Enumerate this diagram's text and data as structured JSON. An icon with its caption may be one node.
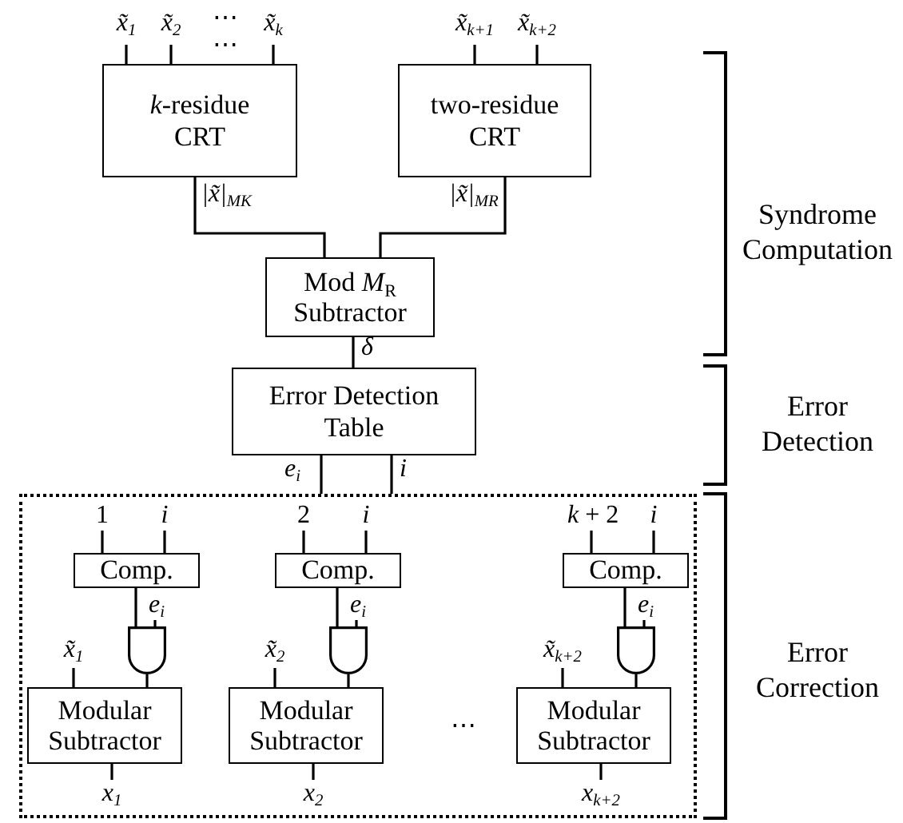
{
  "diagram": {
    "nodes": [
      {
        "text": [
          "x̃$_{1}$"
        ]
      },
      {
        "text": [
          "x̃$_{2}$"
        ]
      },
      {
        "text": [
          "x̃$_{k}$"
        ]
      },
      {
        "text": [
          "x̃$_{k+1}$"
        ]
      },
      {
        "text": [
          "x̃$_{k+2}$"
        ]
      },
      {
        "text": [
          "*k*-residue CRT"
        ]
      },
      {
        "text": [
          "two-residue CRT"
        ]
      },
      {
        "text": [
          "Mod *M*$_{R}$ Subtractor"
        ]
      },
      {
        "text": [
          "Error Detection Table"
        ]
      },
      {
        "text": [],
        "shape": "box"
      },
      {
        "text": [
          "1"
        ],
        "in": 9
      },
      {
        "text": [
          "i"
        ],
        "in": 9
      },
      {
        "text": [
          "Comp."
        ],
        "in": 9
      },
      {
        "text": [
          "e$_{i}$"
        ],
        "in": 9
      },
      {
        "text": [],
        "shape": "gate",
        "in": 9
      },
      {
        "text": [
          "x̃$_{1}$"
        ],
        "in": 9
      },
      {
        "text": [
          "Modular Subtractor"
        ],
        "in": 9
      },
      {
        "text": [
          "x$_{1}$"
        ],
        "in": 9
      },
      {
        "text": [
          "2"
        ],
        "in": 9
      },
      {
        "text": [
          "i"
        ],
        "in": 9
      },
      {
        "text": [
          "Comp."
        ],
        "in": 9
      },
      {
        "text": [
          "e$_{i}$"
        ],
        "in": 9
      },
      {
        "text": [],
        "shape": "gate",
        "in": 9
      },
      {
        "text": [
          "x̃$_{2}$"
        ],
        "in": 9
      },
      {
        "text": [
          "Modular Subtractor"
        ],
        "in": 9
      },
      {
        "text": [
          "x$_{2}$"
        ],
        "in": 9
      },
      {
        "text": [
          "*k* + 2"
        ],
        "in": 9
      },
      {
        "text": [
          "i"
        ],
        "in": 9
      },
      {
        "text": [
          "Comp."
        ],
        "in": 9
      },
      {
        "text": [
          "e$_{i}$"
        ],
        "in": 9
      },
      {
        "text": [],
        "shape": "gate",
        "in": 9
      },
      {
        "text": [
          "x̃$_{k+2}$"
        ],
        "in": 9
      },
      {
        "text": [
          "Modular Subtractor"
        ],
        "in": 9
      },
      {
        "text": [
          "x$_{k+2}$"
        ],
        "in": 9
      }
    ],
    "edges": [
      {
        "from": 0,
        "to": 5,
        "arrow": "none"
      },
      {
        "from": 1,
        "to": 5,
        "arrow": "none"
      },
      {
        "from": 2,
        "to": 5,
        "arrow": "none"
      },
      {
        "from": 3,
        "to": 6,
        "arrow": "none"
      },
      {
        "from": 4,
        "to": 6,
        "arrow": "none"
      },
      {
        "from": 5,
        "to": 7,
        "arrow": "none",
        "label": "|x̃|$_{MK}$"
      },
      {
        "from": 6,
        "to": 7,
        "arrow": "none",
        "label": "|x̃|$_{MR}$"
      },
      {
        "from": 7,
        "to": 8,
        "arrow": "none",
        "label": "δ"
      },
      {
        "from": 8,
        "to": 9,
        "arrow": "none",
        "label": "e$_{i}$"
      },
      {
        "from": 8,
        "to": 9,
        "arrow": "none",
        "label": "i"
      },
      {
        "from": 10,
        "to": 12,
        "arrow": "none"
      },
      {
        "from": 11,
        "to": 12,
        "arrow": "none"
      },
      {
        "from": 12,
        "to": 14,
        "arrow": "none"
      },
      {
        "from": 13,
        "to": 14,
        "arrow": "none"
      },
      {
        "from": 15,
        "to": 16,
        "arrow": "none"
      },
      {
        "from": 14,
        "to": 16,
        "arrow": "none"
      },
      {
        "from": 16,
        "to": 17,
        "arrow": "none"
      },
      {
        "from": 18,
        "to": 20,
        "arrow": "none"
      },
      {
        "from": 19,
        "to": 20,
        "arrow": "none"
      },
      {
        "from": 20,
        "to": 22,
        "arrow": "none"
      },
      {
        "from": 21,
        "to": 22,
        "arrow": "none"
      },
      {
        "from": 23,
        "to": 24,
        "arrow": "none"
      },
      {
        "from": 22,
        "to": 24,
        "arrow": "none"
      },
      {
        "from": 24,
        "to": 25,
        "arrow": "none"
      },
      {
        "from": 26,
        "to": 28,
        "arrow": "none"
      },
      {
        "from": 27,
        "to": 28,
        "arrow": "none"
      },
      {
        "from": 28,
        "to": 30,
        "arrow": "none"
      },
      {
        "from": 29,
        "to": 30,
        "arrow": "none"
      },
      {
        "from": 31,
        "to": 32,
        "arrow": "none"
      },
      {
        "from": 30,
        "to": 32,
        "arrow": "none"
      },
      {
        "from": 32,
        "to": 33,
        "arrow": "none"
      }
    ],
    "labels": [
      "⋯",
      "⋯",
      "⋯",
      "Syndrome Computation",
      "Error Detection",
      "Error Correction"
    ]
  }
}
